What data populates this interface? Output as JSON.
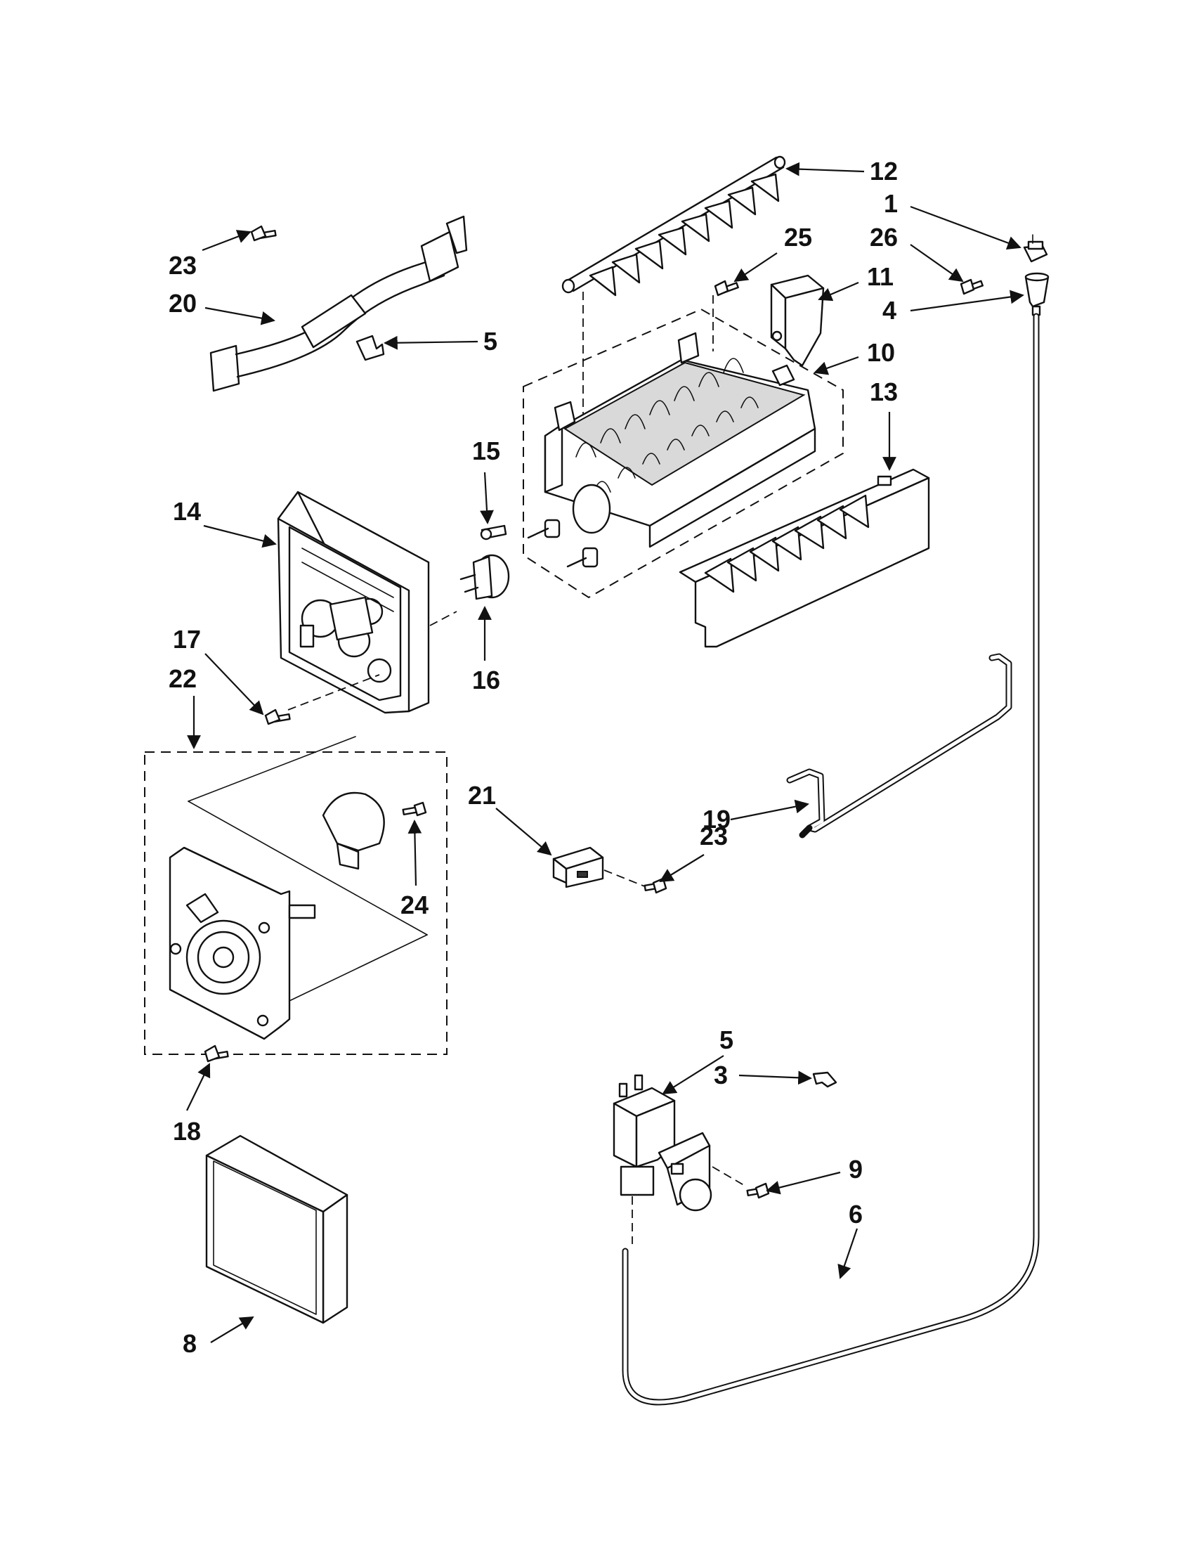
{
  "callouts": {
    "c12": "12",
    "c1": "1",
    "c26": "26",
    "c4": "4",
    "c25": "25",
    "c11": "11",
    "c10": "10",
    "c13": "13",
    "c23a": "23",
    "c20": "20",
    "c5a": "5",
    "c15": "15",
    "c14": "14",
    "c16": "16",
    "c17": "17",
    "c22": "22",
    "c21": "21",
    "c23b": "23",
    "c19": "19",
    "c24": "24",
    "c18": "18",
    "c5b": "5",
    "c3": "3",
    "c9": "9",
    "c6": "6",
    "c8": "8"
  }
}
